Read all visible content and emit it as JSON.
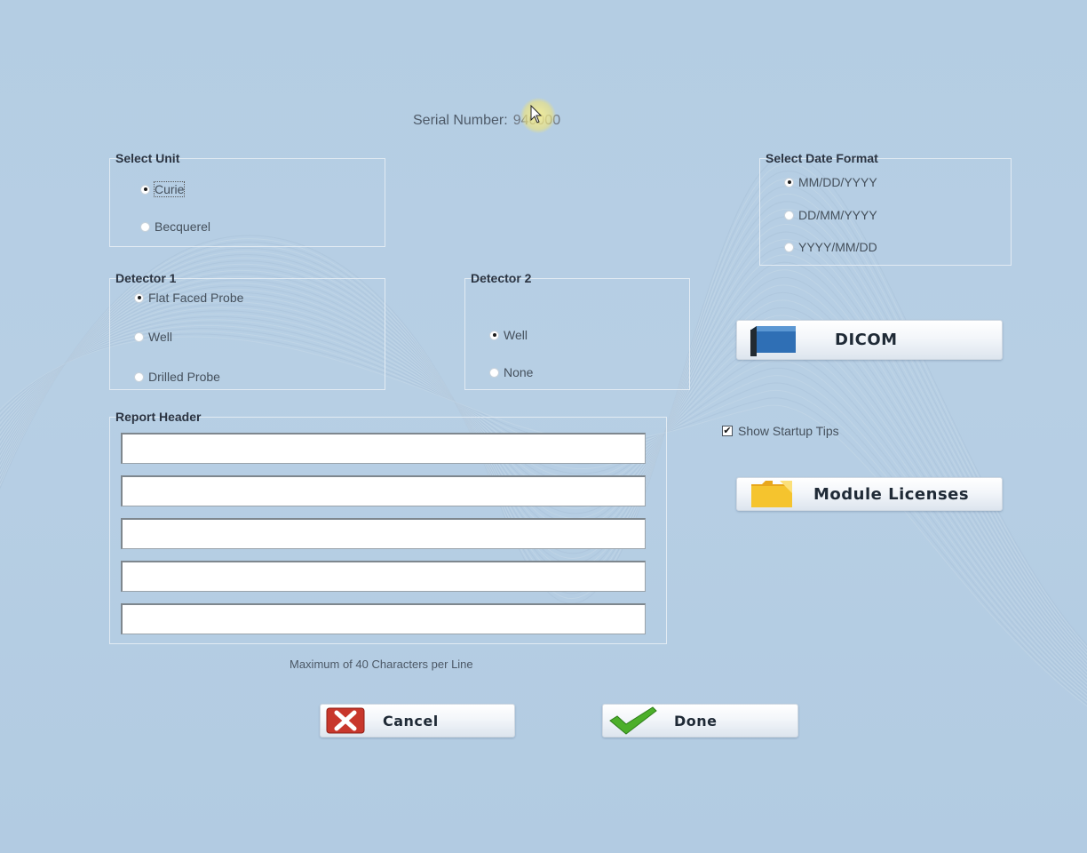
{
  "serial": {
    "label": "Serial Number:",
    "value": "940000"
  },
  "select_unit": {
    "title": "Select Unit",
    "options": [
      "Curie",
      "Becquerel"
    ],
    "selected": "Curie"
  },
  "date_format": {
    "title": "Select Date Format",
    "options": [
      "MM/DD/YYYY",
      "DD/MM/YYYY",
      "YYYY/MM/DD"
    ],
    "selected": "MM/DD/YYYY"
  },
  "detector1": {
    "title": "Detector 1",
    "options": [
      "Flat Faced Probe",
      "Well",
      "Drilled Probe"
    ],
    "selected": "Flat Faced Probe"
  },
  "detector2": {
    "title": "Detector 2",
    "options": [
      "Well",
      "None"
    ],
    "selected": "Well"
  },
  "report_header": {
    "title": "Report Header",
    "lines": [
      "",
      "",
      "",
      "",
      ""
    ],
    "hint": "Maximum of 40 Characters per Line"
  },
  "dicom_button": {
    "label": "DICOM"
  },
  "startup_tips": {
    "label": "Show Startup Tips",
    "checked": true
  },
  "module_licenses_button": {
    "label": "Module Licenses"
  },
  "cancel_button": {
    "label": "Cancel"
  },
  "done_button": {
    "label": "Done"
  },
  "icons": {
    "dicom": "server-device-icon",
    "licenses": "folder-icon",
    "cancel": "red-x-icon",
    "done": "green-checkmark-icon"
  },
  "colors": {
    "background": "#b4cde3",
    "group_border": "#e2ebf3",
    "cancel_red": "#c8372c",
    "done_green": "#4caf2a",
    "dicom_blue": "#2f6fb5",
    "folder_yellow": "#f2c02e"
  }
}
